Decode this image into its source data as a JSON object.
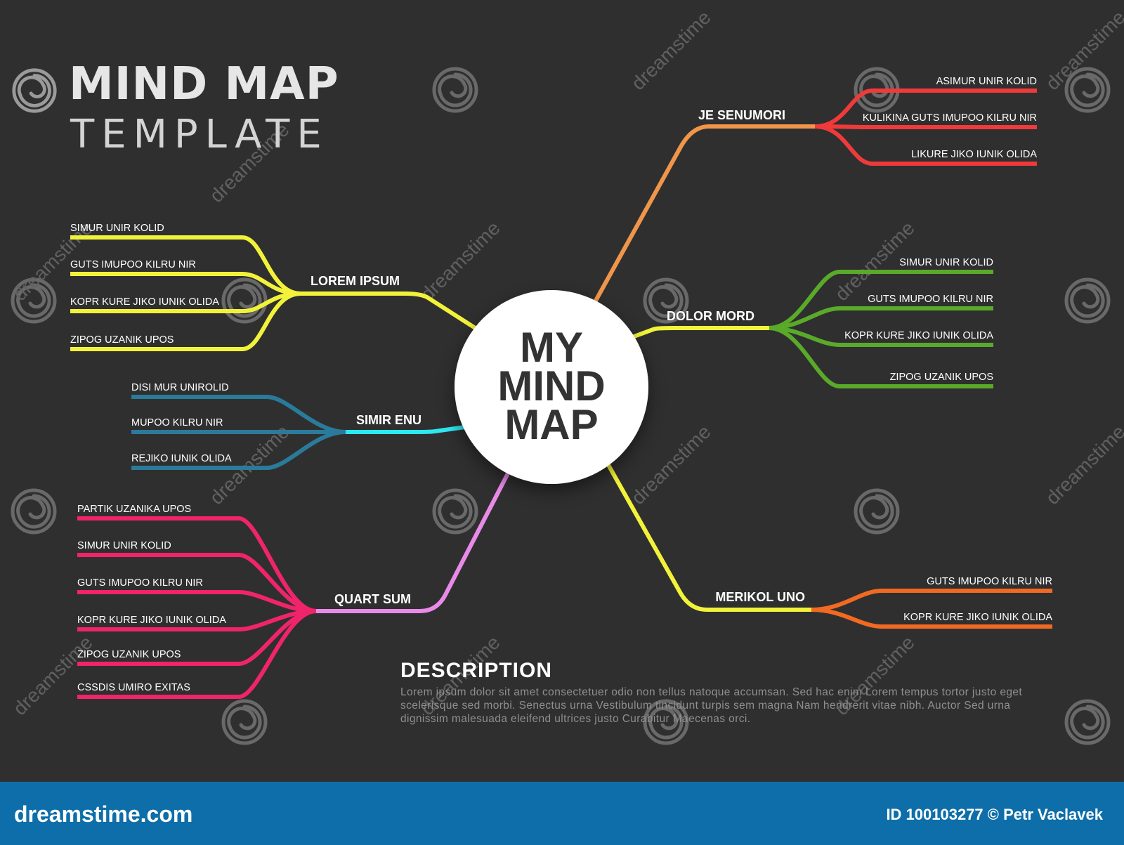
{
  "title": {
    "main": "MIND MAP",
    "sub": "TEMPLATE"
  },
  "center": {
    "lines": [
      "MY",
      "MIND",
      "MAP"
    ]
  },
  "branches": [
    {
      "label": "LOREM IPSUM",
      "color": "#f2f23a",
      "items": [
        "SIMUR UNIR KOLID",
        "GUTS IMUPOO KILRU NIR",
        "KOPR KURE JIKO IUNIK OLIDA",
        "ZIPOG UZANIK UPOS"
      ]
    },
    {
      "label": "SIMIR ENU",
      "color": "#2a7b9b",
      "accent": "#2ee8f0",
      "items": [
        "DISI MUR UNIROLID",
        "MUPOO KILRU NIR",
        "REJIKO IUNIK OLIDA"
      ]
    },
    {
      "label": "QUART SUM",
      "color": "#f0246a",
      "accent": "#e98ae8",
      "items": [
        "PARTIK UZANIKA UPOS",
        "SIMUR UNIR KOLID",
        "GUTS IMUPOO KILRU NIR",
        "KOPR KURE JIKO IUNIK OLIDA",
        "ZIPOG UZANIK UPOS",
        "CSSDIS UMIRO EXITAS"
      ]
    },
    {
      "label": "JE SENUMORI",
      "color": "#f03a3a",
      "accent": "#f0964a",
      "items": [
        "ASIMUR UNIR KOLID",
        "KULIKINA GUTS IMUPOO KILRU NIR",
        "LIKURE JIKO IUNIK OLIDA"
      ]
    },
    {
      "label": "DOLOR MORD",
      "color": "#5aaa2a",
      "accent": "#f2f23a",
      "items": [
        "SIMUR UNIR KOLID",
        "GUTS IMUPOO KILRU NIR",
        "KOPR KURE JIKO IUNIK OLIDA",
        "ZIPOG UZANIK UPOS"
      ]
    },
    {
      "label": "MERIKOL UNO",
      "color": "#f26a22",
      "accent": "#f2f23a",
      "items": [
        "GUTS IMUPOO KILRU NIR",
        "KOPR KURE JIKO IUNIK OLIDA"
      ]
    }
  ],
  "description": {
    "title": "DESCRIPTION",
    "text": "Lorem ipsum dolor sit amet consectetuer odio non tellus natoque accumsan. Sed hac enim Lorem tempus tortor justo eget scelerisque sed morbi. Senectus urna Vestibulum tincidunt turpis sem magna Nam hendrerit vitae nibh. Auctor Sed urna dignissim malesuada eleifend ultrices justo Curabitur Maecenas orci."
  },
  "footer": {
    "logo": "dreamstime.com",
    "id_text": "ID 100103277 © Petr Vaclavek"
  },
  "watermark": {
    "text": "dreamstime",
    "icon": "swirl-icon"
  },
  "colors": {
    "background": "#2f2f2f",
    "footer": "#0e6ea9",
    "center_fill": "#ffffff",
    "center_text": "#333333"
  }
}
